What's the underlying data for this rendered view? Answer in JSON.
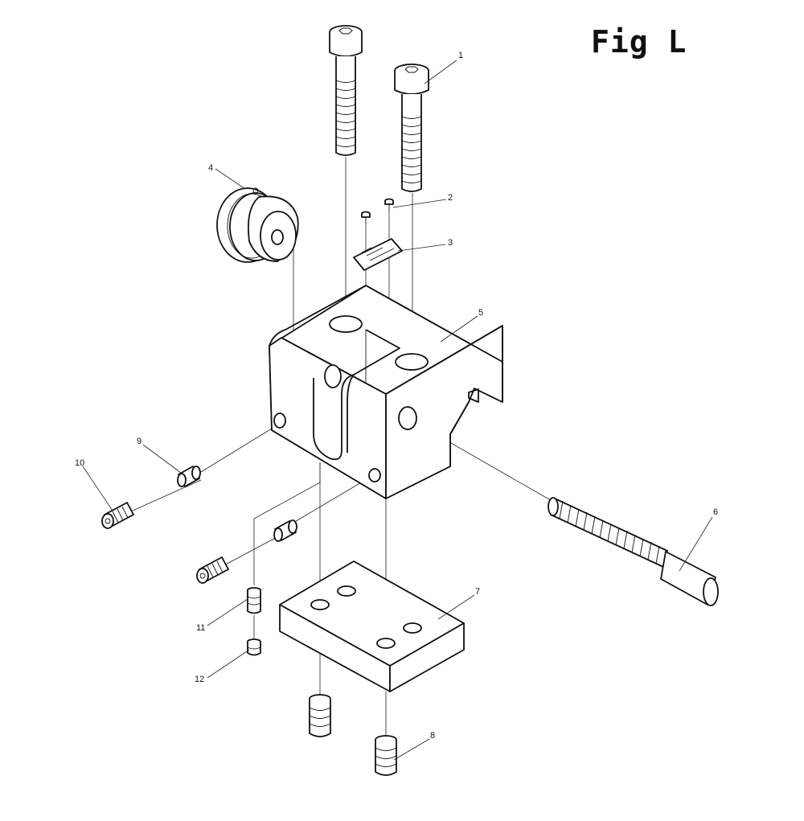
{
  "figure": {
    "title": "Fig L"
  },
  "callouts": {
    "c1": "1",
    "c2": "2",
    "c3": "3",
    "c4": "4",
    "c5": "5",
    "c6": "6",
    "c7": "7",
    "c8": "8",
    "c9": "9",
    "c10": "10",
    "c11": "11",
    "c12": "12"
  }
}
